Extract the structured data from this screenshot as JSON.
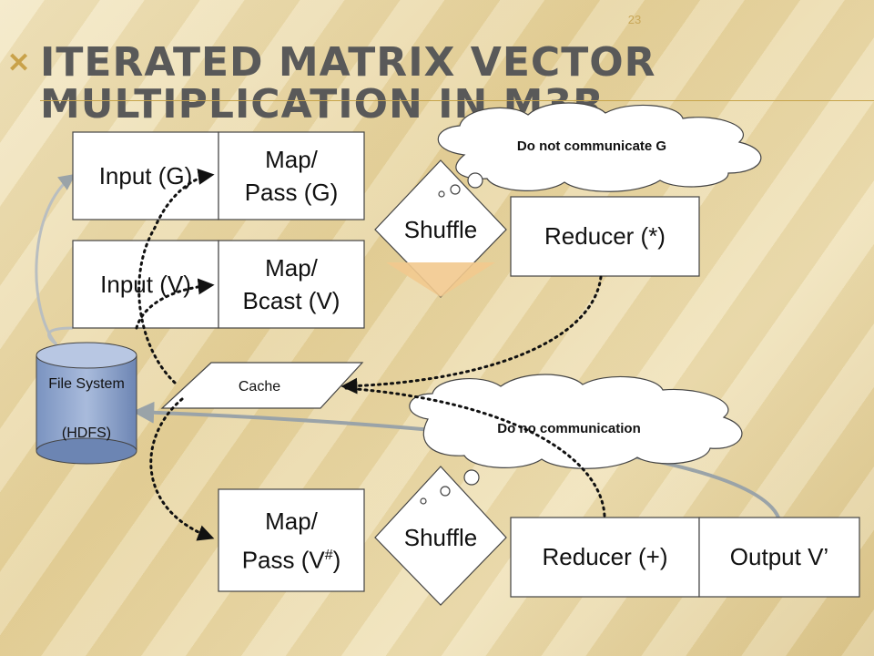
{
  "slide": {
    "number": "23",
    "title": "Iterated Matrix Vector multiplication in M3R"
  },
  "nodes": {
    "input_g": "Input (G)",
    "map_pass_g_line1": "Map/",
    "map_pass_g_line2": "Pass (G)",
    "input_v": "Input (V)",
    "map_bcast_v_line1": "Map/",
    "map_bcast_v_line2": "Bcast (V)",
    "shuffle_top": "Shuffle",
    "reducer_star": "Reducer (*)",
    "file_system_line1": "File System",
    "file_system_line2": "(HDFS)",
    "cache": "Cache",
    "map_pass_v_line1": "Map/",
    "map_pass_v_line2": "Pass (V",
    "map_pass_v_sup": "#",
    "map_pass_v_close": ")",
    "shuffle_bottom": "Shuffle",
    "reducer_plus": "Reducer (+)",
    "output_v": "Output V’"
  },
  "callouts": {
    "top": "Do not communicate G",
    "bottom": "Do no communication"
  },
  "colors": {
    "title": "#595959",
    "accent": "#c7a44a",
    "box_fill": "#ffffff",
    "cylinder_fill": "#8aa0c6",
    "shuffle_fill": "#f2c98e"
  }
}
